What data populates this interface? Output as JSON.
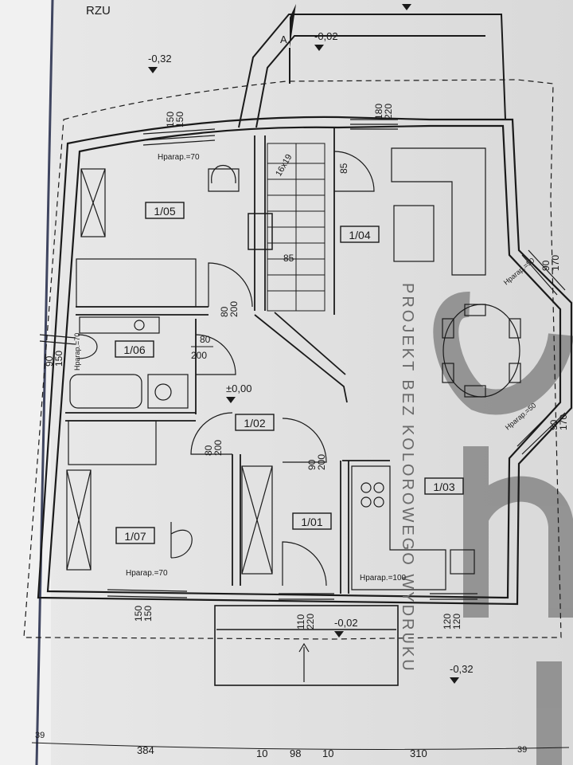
{
  "sheet_title": "RZU",
  "levels": {
    "terrace_top": "-0,02",
    "outside_left": "-0,32",
    "floor": "±0,00",
    "entrance": "-0,02",
    "outside_right": "-0,32"
  },
  "section_marker": "A",
  "rooms": [
    {
      "id": "1/05"
    },
    {
      "id": "1/04"
    },
    {
      "id": "1/06"
    },
    {
      "id": "1/02"
    },
    {
      "id": "1/03"
    },
    {
      "id": "1/07"
    },
    {
      "id": "1/01"
    }
  ],
  "window_sizes": {
    "top_left": "150\n150",
    "top_right": "180\n220",
    "left": "90\n150",
    "bottom_left": "150\n150",
    "bottom_mid": "110\n220",
    "bottom_right": "120\n120",
    "bay_upper": "90\n170",
    "bay_lower": "90\n170"
  },
  "door_sizes": {
    "d105": "80\n200",
    "d106": "80\n200",
    "d107": "80\n200",
    "d101": "90\n200"
  },
  "parapets": {
    "top": "Hparap.=70",
    "left": "Hparap.=70",
    "bottom_left": "Hparap.=70",
    "kitchen": "Hparap.=100",
    "bay_upper": "Hparap.=50",
    "bay_lower": "Hparap.=50"
  },
  "stair": {
    "steps": "16x19",
    "width_top": "85",
    "width_mid": "85"
  },
  "watermark": "PROJEKT BEZ KOLOROWEGO WYDRUKU",
  "bottom_dims": [
    "39",
    "384",
    "10",
    "98",
    "10",
    "310",
    "39"
  ]
}
